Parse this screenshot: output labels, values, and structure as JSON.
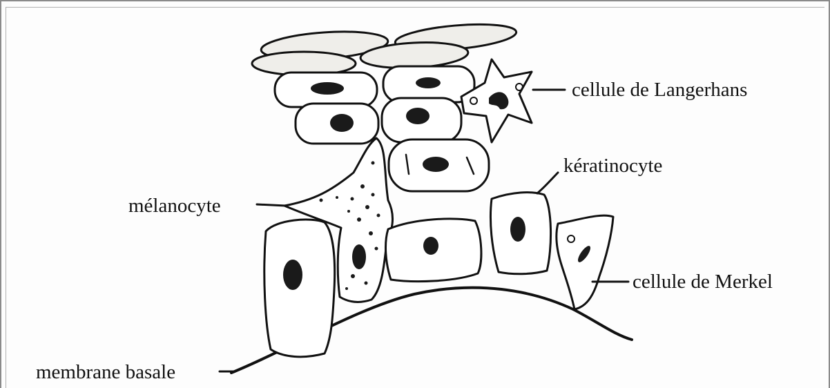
{
  "labels": {
    "langerhans": "cellule de Langerhans",
    "keratinocyte": "kératinocyte",
    "melanocyte": "mélanocyte",
    "merkel": "cellule de Merkel",
    "membrane": "membrane basale"
  }
}
